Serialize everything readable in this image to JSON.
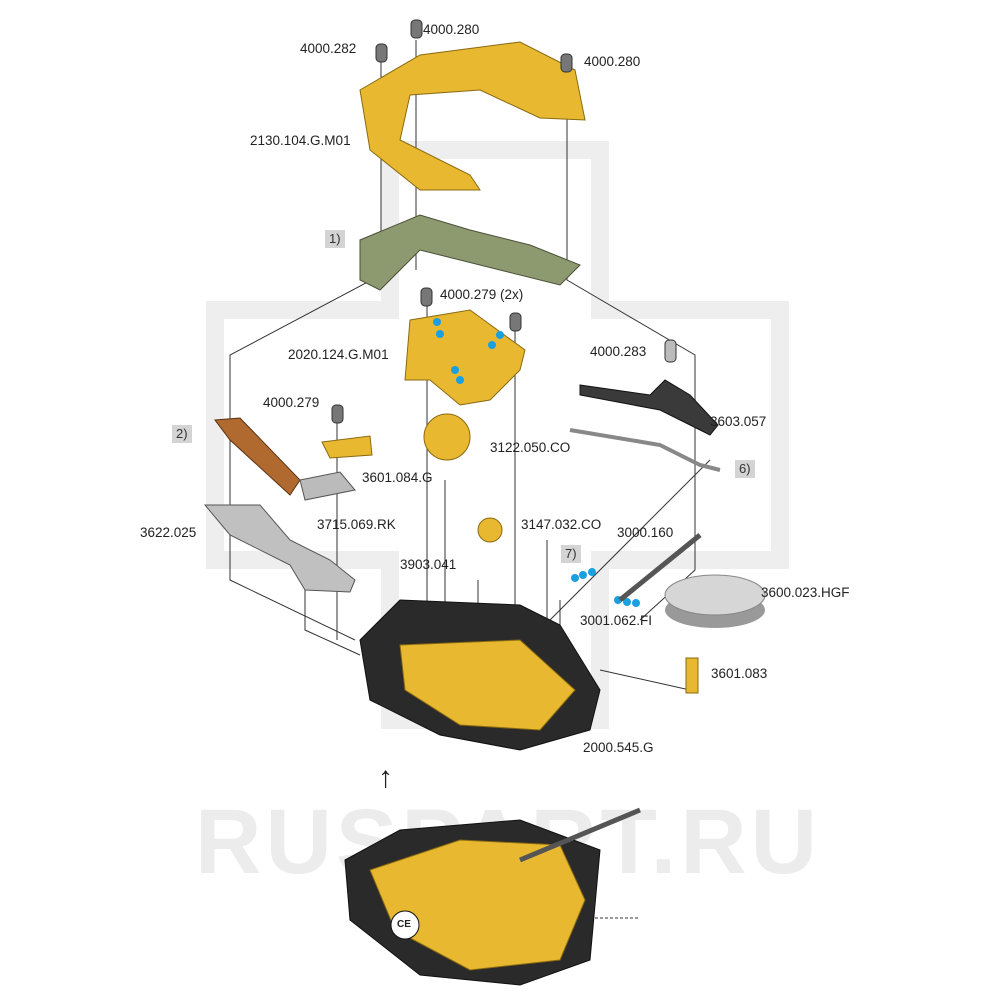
{
  "watermark": "RUSPART.RU",
  "arrow": "↑",
  "labels": {
    "screw_4000_282": "4000.282",
    "screw_4000_280_top": "4000.280",
    "screw_4000_280_right": "4000.280",
    "bridge_2130": "2130.104.G.M01",
    "screw_4000_279_2x": "4000.279 (2x)",
    "bridge_2020": "2020.124.G.M01",
    "screw_4000_283": "4000.283",
    "screw_4000_279": "4000.279",
    "part_3603_057": "3603.057",
    "wheel_3122": "3122.050.CO",
    "part_3601_084": "3601.084.G",
    "part_3622_025": "3622.025",
    "part_3715_069": "3715.069.RK",
    "wheel_3147": "3147.032.CO",
    "stem_3000_160": "3000.160",
    "part_3903_041": "3903.041",
    "battery_3600": "3600.023.HGF",
    "part_3001_062": "3001.062.FI",
    "part_3601_083": "3601.083",
    "mainplate_2000": "2000.545.G"
  },
  "callouts": {
    "c1": "1)",
    "c2": "2)",
    "c6": "6)",
    "c7": "7)"
  },
  "stamp": "CE",
  "colors": {
    "gold": "#e8b830",
    "steel": "#9a9a9a",
    "dark": "#2a2a2a",
    "oil": "#1aa0e0",
    "olive": "#8d9a70"
  }
}
